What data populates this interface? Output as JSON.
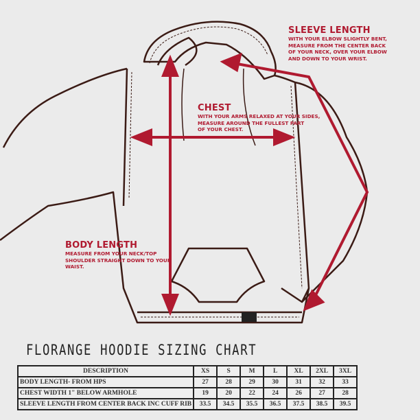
{
  "colors": {
    "accent": "#b01a30",
    "outline": "#3b1b15",
    "background": "#ebebeb"
  },
  "annotations": {
    "sleeve": {
      "heading": "SLEEVE LENGTH",
      "lines": [
        "WITH YOUR ELBOW SLIGHTLY BENT,",
        "MEASURE FROM THE CENTER BACK",
        "OF YOUR NECK, OVER YOUR ELBOW",
        "AND DOWN TO YOUR WRIST."
      ]
    },
    "chest": {
      "heading": "CHEST",
      "lines": [
        "WITH YOUR ARMS RELAXED AT YOUR SIDES,",
        "MEASURE AROUND THE FULLEST PART",
        "OF YOUR CHEST."
      ]
    },
    "body": {
      "heading": "BODY LENGTH",
      "lines": [
        "MEASURE FROM YOUR NECK/TOP",
        "SHOULDER STRAIGHT DOWN TO YOUR",
        "WAIST."
      ]
    }
  },
  "chart_title": "FLORANGE HOODIE SIZING CHART",
  "table": {
    "headers": [
      "DESCRIPTION",
      "XS",
      "S",
      "M",
      "L",
      "XL",
      "2XL",
      "3XL"
    ],
    "rows": [
      {
        "label": "BODY LENGTH- FROM HPS",
        "values": [
          "27",
          "28",
          "29",
          "30",
          "31",
          "32",
          "33"
        ]
      },
      {
        "label": "CHEST WIDTH 1\" BELOW ARMHOLE",
        "values": [
          "19",
          "20",
          "22",
          "24",
          "26",
          "27",
          "28"
        ]
      },
      {
        "label": "SLEEVE LENGTH FROM CENTER BACK INC CUFF RIB",
        "values": [
          "33.5",
          "34.5",
          "35.5",
          "36.5",
          "37.5",
          "38.5",
          "39.5"
        ]
      }
    ]
  }
}
